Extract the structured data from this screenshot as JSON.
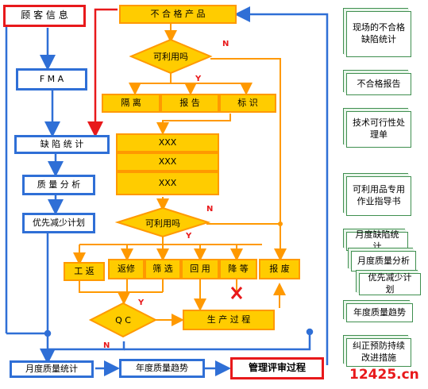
{
  "boxes": {
    "customer_info": "顾 客 信 息",
    "nonconforming": "不 合 格 产 品",
    "fma": "F M A",
    "defect_stat": "缺 陷 统 计",
    "quality_analysis": "质 量 分 析",
    "priority_reduce": "优先减少计划",
    "isolate": "隔 离",
    "report": "报 告",
    "mark": "标 识",
    "xxx1": "XXX",
    "xxx2": "XXX",
    "xxx3": "XXX",
    "rework_op": "工 返",
    "repair": "返修",
    "screen": "筛 选",
    "reuse": "回 用",
    "downgrade": "降 等",
    "scrap": "报 废",
    "production": "生 产 过 程",
    "monthly_stat": "月度质量统计",
    "annual_trend": "年度质量趋势",
    "mgmt_review": "管理评审过程"
  },
  "decisions": {
    "usable1": "可利用吗",
    "usable2": "可利用吗",
    "qc": "Q C"
  },
  "labels": {
    "n1": "N",
    "y1": "Y",
    "n2": "N",
    "y2": "Y",
    "y3": "Y",
    "n3": "N"
  },
  "documents": [
    "现场的不合格缺陷统计",
    "不合格报告",
    "技术可行性处理单",
    "可利用品专用作业指导书",
    "月度缺陷统计",
    "月度质量分析",
    "优先减少计划",
    "年度质量趋势",
    "纠正预防持续改进措施"
  ],
  "watermark": "12425.cn",
  "colors": {
    "blue": "#2f6fd6",
    "orange": "#ff9900",
    "gold": "#ffcc00",
    "red": "#e8191b",
    "green": "#3f8f4f"
  }
}
